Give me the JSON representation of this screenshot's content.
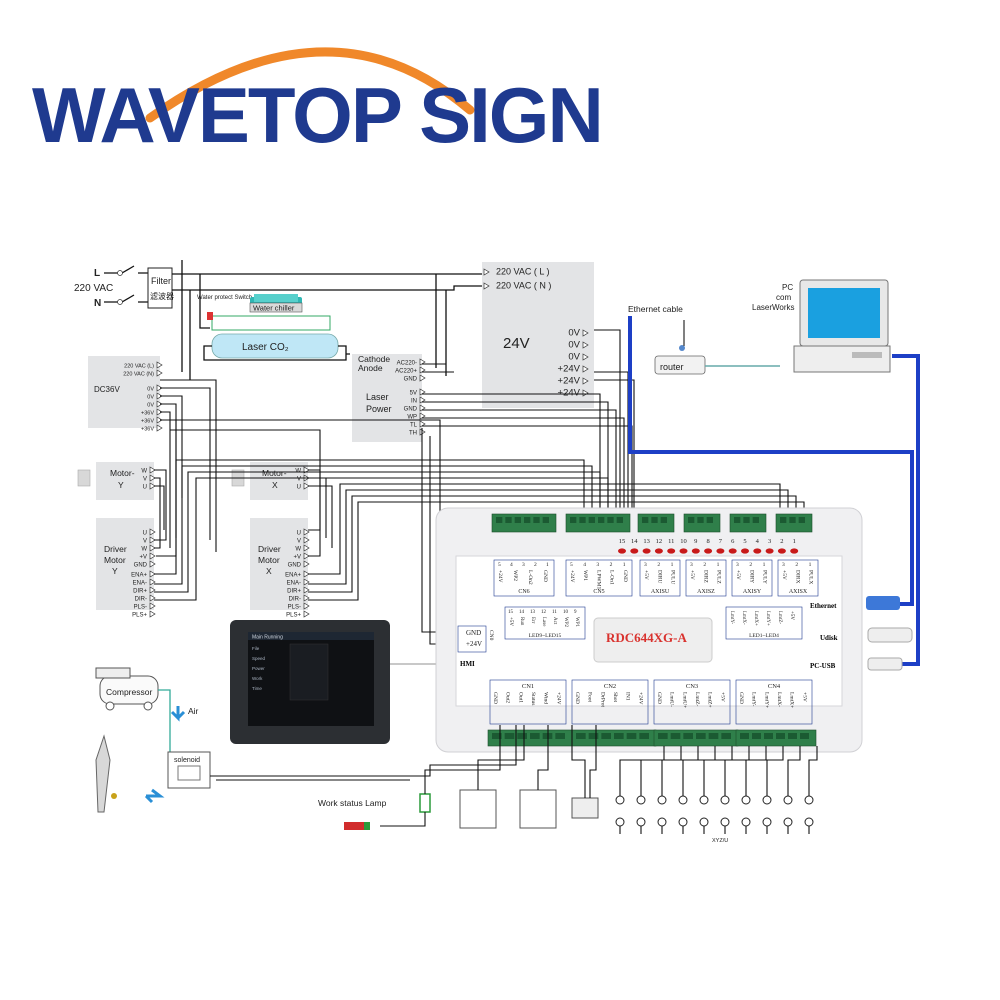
{
  "brand": {
    "logo_text": "WAVETOP SIGN",
    "logo_color": "#1f3a8f",
    "arc_color": "#f0882a"
  },
  "power_input": {
    "l_label": "L",
    "n_label": "N",
    "voltage_label": "220 VAC",
    "filter_label": "Filter",
    "filter_sub": "滤波器"
  },
  "water": {
    "protect_switch": "Water protect Switch",
    "chiller": "Water chiller"
  },
  "laser_tube": {
    "label": "Laser CO₂"
  },
  "dc36v": {
    "title": "DC36V",
    "inputs": [
      "220 VAC (L)",
      "220 VAC (N)"
    ],
    "outputs": [
      "0V",
      "0V",
      "0V",
      "+36V",
      "+36V",
      "+36V"
    ]
  },
  "psu24": {
    "title": "24V",
    "inputs": [
      "220 VAC ( L )",
      "220 VAC ( N )"
    ],
    "outputs": [
      "0V",
      "0V",
      "0V",
      "+24V",
      "+24V",
      "+24V"
    ]
  },
  "laser_power": {
    "title_line1": "Laser",
    "title_line2": "Power",
    "cathode": "Cathode",
    "anode": "Anode",
    "ac_pins": [
      "AC220-",
      "AC220+",
      "GND"
    ],
    "ctrl_pins": [
      "5V",
      "IN",
      "GND",
      "WP",
      "TL",
      "TH"
    ]
  },
  "motor_y": {
    "label_line1": "Motor-",
    "label_line2": "Y",
    "pins": [
      "W",
      "V",
      "U"
    ]
  },
  "motor_x": {
    "label_line1": "Motor-",
    "label_line2": "X",
    "pins": [
      "W",
      "V",
      "U"
    ]
  },
  "driver_y": {
    "label": [
      "Driver",
      "Motor",
      "Y"
    ],
    "power_pins": [
      "U",
      "V",
      "W",
      "+V",
      "GND"
    ],
    "signal_pins": [
      "ENA+",
      "ENA-",
      "DIR+",
      "DIR-",
      "PLS-",
      "PLS+"
    ]
  },
  "driver_x": {
    "label": [
      "Driver",
      "Motor",
      "X"
    ],
    "power_pins": [
      "U",
      "V",
      "W",
      "+V",
      "GND"
    ],
    "signal_pins": [
      "ENA+",
      "ENA-",
      "DIR+",
      "DIR-",
      "PLS-",
      "PLS+"
    ]
  },
  "network": {
    "ethernet_cable": "Ethernet cable",
    "router": "router",
    "pc_lines": [
      "PC",
      "com",
      "LaserWorks"
    ]
  },
  "controller": {
    "model": "RDC644XG-A",
    "top_numbers": [
      "15",
      "14",
      "13",
      "12",
      "11",
      "10",
      "9",
      "8",
      "7",
      "6",
      "5",
      "4",
      "3",
      "2",
      "1"
    ],
    "connectors": [
      {
        "name": "CN6",
        "pins": [
          "+24V",
          "WP2",
          "L-On2",
          "GND"
        ],
        "nums": [
          "5",
          "4",
          "3",
          "2",
          "1"
        ]
      },
      {
        "name": "CN5",
        "pins": [
          "+24V",
          "WP1",
          "LPWM1",
          "L-On1",
          "GND"
        ],
        "nums": [
          "5",
          "4",
          "3",
          "2",
          "1"
        ]
      },
      {
        "name": "AXISU",
        "pins": [
          "+5V",
          "DIRU",
          "PULU"
        ],
        "nums": [
          "3",
          "2",
          "1"
        ]
      },
      {
        "name": "AXISZ",
        "pins": [
          "+5V",
          "DIRZ",
          "PULZ"
        ],
        "nums": [
          "3",
          "2",
          "1"
        ]
      },
      {
        "name": "AXISY",
        "pins": [
          "+5V",
          "DIRY",
          "PULY"
        ],
        "nums": [
          "3",
          "2",
          "1"
        ]
      },
      {
        "name": "AXISX",
        "pins": [
          "+5V",
          "DIRX",
          "PULX"
        ],
        "nums": [
          "3",
          "2",
          "1"
        ]
      }
    ],
    "led_group_1": {
      "nums": [
        "15",
        "14",
        "13",
        "12",
        "11",
        "10",
        "9"
      ],
      "pins": [
        "+5V",
        "Run",
        "Err",
        "Lase",
        "Act",
        "WP2",
        "WP1"
      ],
      "caption": "LED9~LED15"
    },
    "led_group_2": {
      "pins": [
        "LmtY-",
        "LmtX-",
        "LmtX+",
        "LmtY+",
        "LmtZ-",
        "+5V"
      ],
      "caption": "LED1~LED4"
    },
    "hmi_pins": [
      "GND",
      "+24V"
    ],
    "hmi_cn": "CN0",
    "hmi_label": "HMI",
    "side_labels": [
      "Ethernet",
      "Udisk",
      "PC-USB"
    ],
    "bottom_connectors": [
      {
        "name": "CN1",
        "pins": [
          "GND",
          "Out2",
          "Out1",
          "Status",
          "Wind",
          "+24V"
        ]
      },
      {
        "name": "CN2",
        "pins": [
          "GND",
          "Foot",
          "DrProt",
          "Shot",
          "IN1",
          "+24V"
        ]
      },
      {
        "name": "CN3",
        "pins": [
          "GND",
          "LmtU-",
          "LmtU+",
          "LmtZ-",
          "LmtZ+",
          "+5V"
        ]
      },
      {
        "name": "CN4",
        "pins": [
          "GND",
          "LmtY-",
          "LmtY+",
          "LmtX-",
          "LmtX+",
          "+5V"
        ]
      }
    ],
    "xyzu_label": "XYZ/U"
  },
  "hmi_screen": {
    "header": "Main Running",
    "list": [
      "File",
      "Speed",
      "Power",
      "Work",
      "Time"
    ]
  },
  "peripherals": {
    "compressor": "Compressor",
    "air": "Air",
    "solenoid": "solenoid",
    "work_lamp": "Work status Lamp"
  }
}
